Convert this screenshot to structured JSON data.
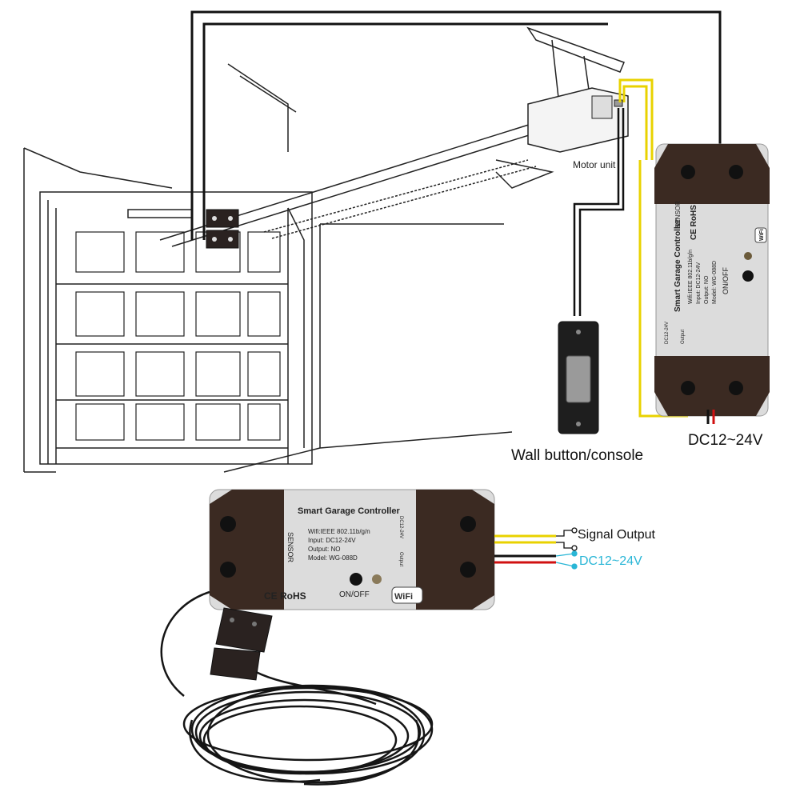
{
  "top_diagram": {
    "motor_label": "Motor unit",
    "wall_button_label": "Wall button/console",
    "power_label": "DC12~24V",
    "controller": {
      "title": "Smart Garage Controller",
      "spec_wifi": "Wifi:IEEE 802.11b/g/n",
      "spec_input": "Input: DC12-24V",
      "spec_output": "Output: NO",
      "spec_model": "Model: WG-088D",
      "sensor_label": "SENSOR",
      "cert_label": "CE RoHS",
      "switch_label": "ON/OFF",
      "terminal_output": "Output",
      "terminal_power": "DC12-24V",
      "wifi_badge": "WiFi"
    }
  },
  "bottom_product": {
    "controller": {
      "title": "Smart Garage Controller",
      "spec_wifi": "Wifi:IEEE 802.11b/g/n",
      "spec_input": "Input: DC12-24V",
      "spec_output": "Output: NO",
      "spec_model": "Model: WG-088D",
      "sensor_label": "SENSOR",
      "cert_label": "CE RoHS",
      "switch_label": "ON/OFF",
      "terminal_power": "DC12-24V",
      "terminal_output": "Output",
      "wifi_badge": "WiFi"
    },
    "signal_output_label": "Signal Output",
    "power_label": "DC12~24V"
  },
  "colors": {
    "line": "#1a1a1a",
    "case": "#dcdcdc",
    "end_cap": "#3b2a22",
    "wire_yellow": "#e8d200",
    "wire_red": "#d01010",
    "power_label_bottom": "#29b6d6"
  }
}
